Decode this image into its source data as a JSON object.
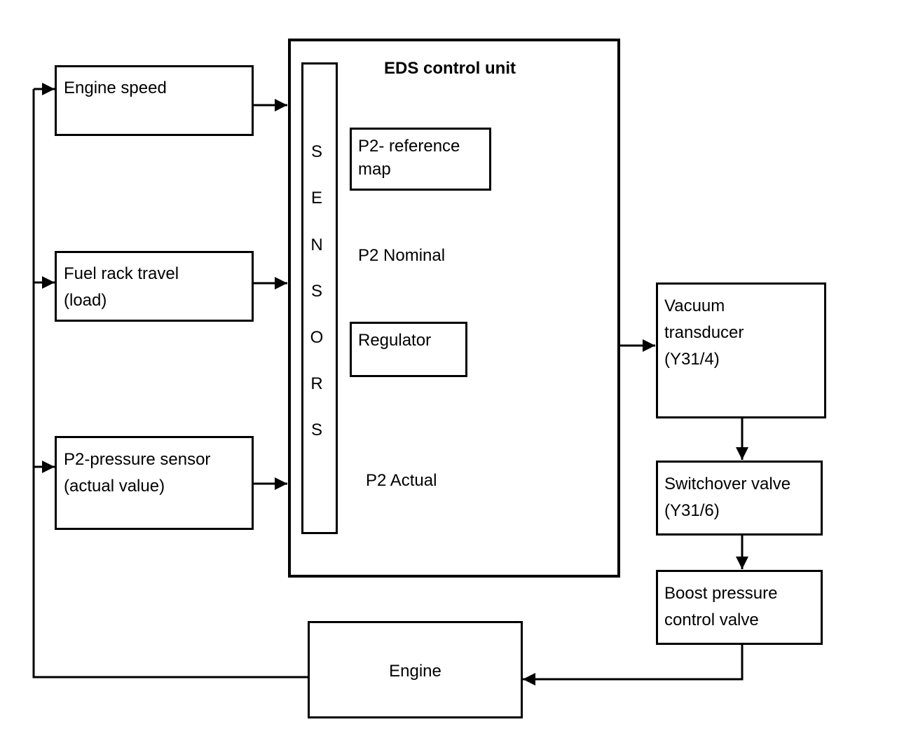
{
  "unit": {
    "title": "EDS control unit",
    "sensors_letters": [
      "S",
      "E",
      "N",
      "S",
      "O",
      "R",
      "S"
    ]
  },
  "inputs": {
    "engine_speed": {
      "line1": "Engine speed"
    },
    "fuel_rack": {
      "line1": "Fuel rack travel",
      "line2": "(load)"
    },
    "p2_sensor": {
      "line1": "P2-pressure sensor",
      "line2": "(actual value)"
    }
  },
  "internal": {
    "reference_map": {
      "line1": "P2- reference",
      "line2": "map"
    },
    "nominal": "P2 Nominal",
    "regulator": "Regulator",
    "actual": "P2 Actual"
  },
  "outputs": {
    "vacuum": {
      "line1": "Vacuum",
      "line2": "transducer",
      "line3": "(Y31/4)"
    },
    "switchover": {
      "line1": "Switchover valve",
      "line2": "(Y31/6)"
    },
    "boost": {
      "line1": "Boost pressure",
      "line2": "control valve"
    },
    "engine": "Engine"
  }
}
